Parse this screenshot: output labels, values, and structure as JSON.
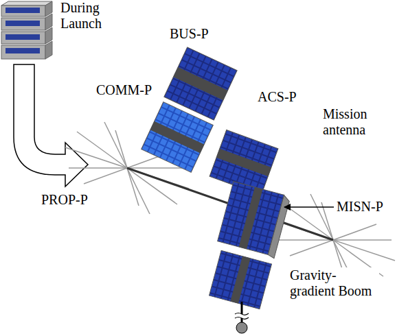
{
  "diagram": {
    "labels": [
      "During Launch",
      "BUS-P",
      "COMM-P",
      "ACS-P",
      "Mission antenna",
      "PROP-P",
      "MISN-P",
      "Gravity-gradient Boom"
    ]
  }
}
